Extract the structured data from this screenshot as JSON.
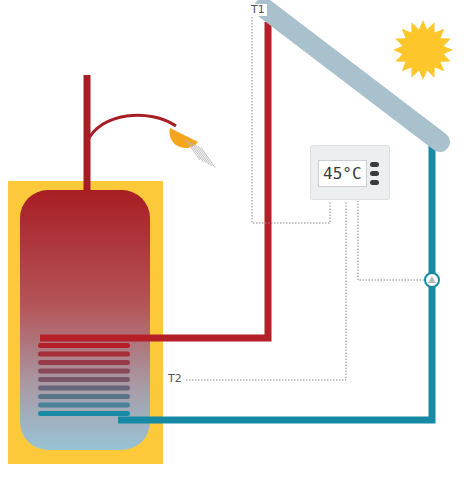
{
  "diagram": {
    "nodes": [
      {
        "text": [
          "45°C"
        ]
      }
    ],
    "labels": [
      "T1",
      "T2"
    ]
  }
}
